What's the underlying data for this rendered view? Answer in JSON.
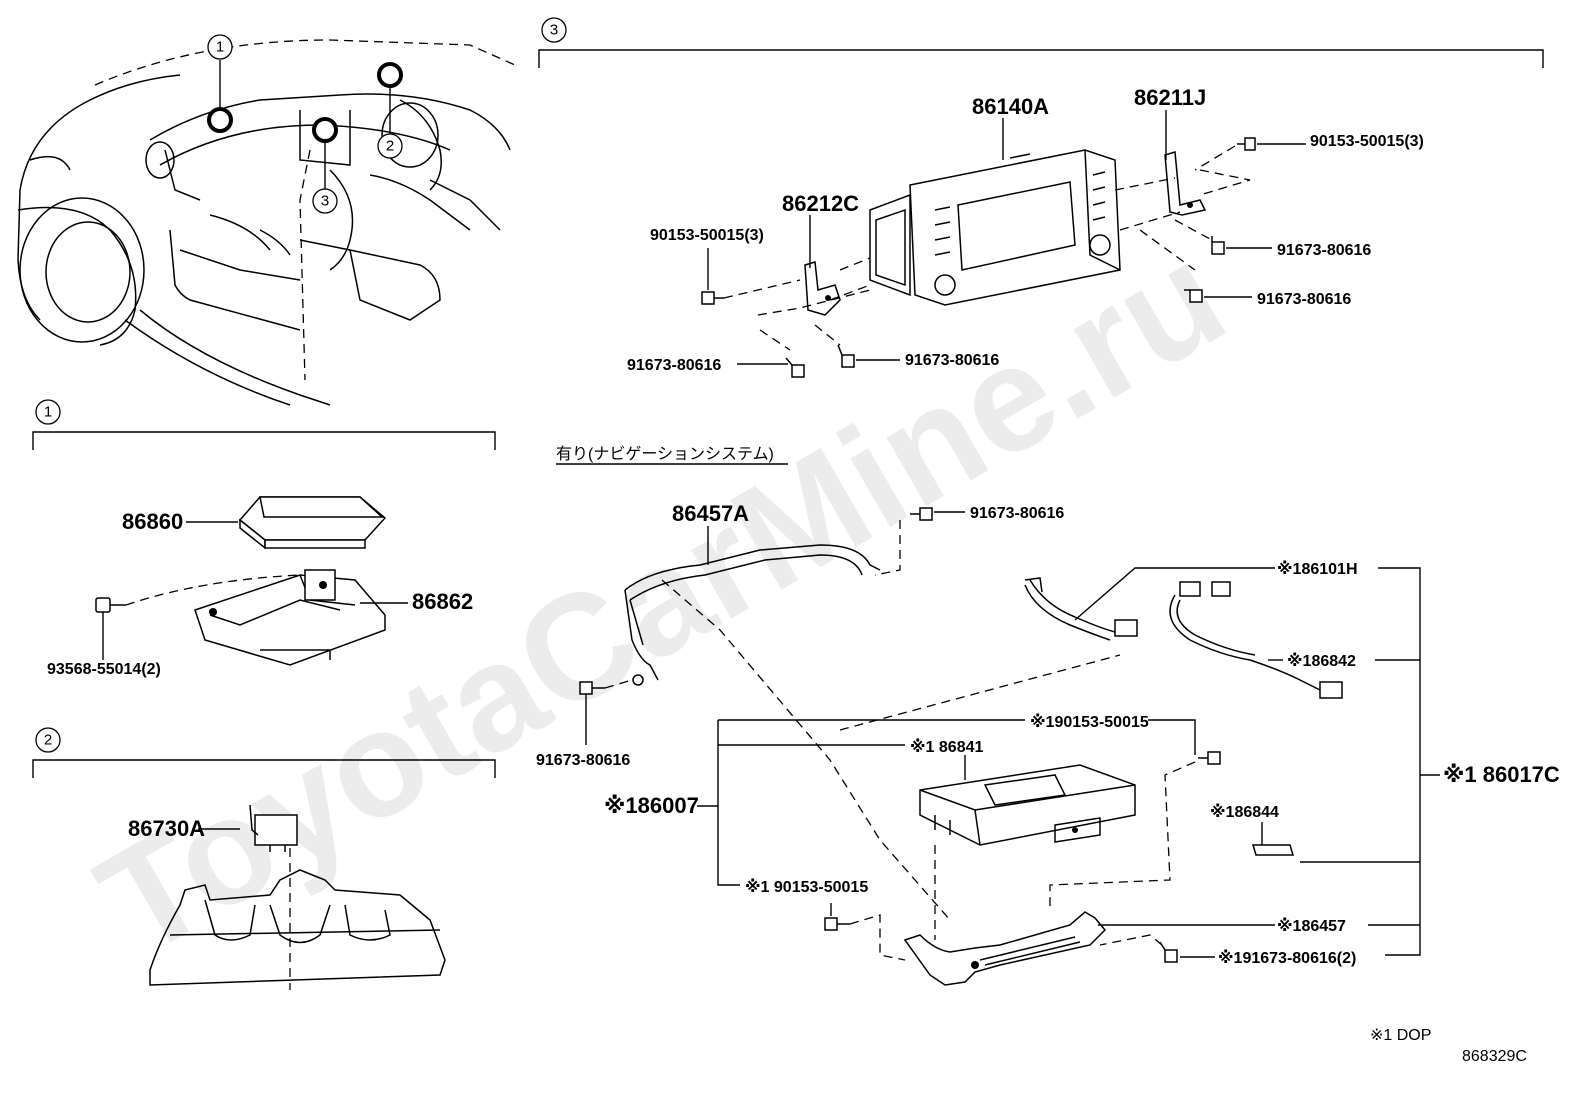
{
  "section_markers": {
    "s1": "1",
    "s2": "2",
    "s3": "3"
  },
  "section1": {
    "parts": {
      "p86860": "86860",
      "p86862": "86862",
      "p93568": "93568-55014(2)"
    }
  },
  "section2": {
    "parts": {
      "p86730A": "86730A"
    }
  },
  "section3": {
    "parts": {
      "p86140A": "86140A",
      "p86211J": "86211J",
      "p86212C": "86212C",
      "p90153_right": "90153-50015(3)",
      "p90153_left": "90153-50015(3)",
      "p91673_r1": "91673-80616",
      "p91673_r2": "91673-80616",
      "p91673_bl": "91673-80616",
      "p91673_bm": "91673-80616"
    }
  },
  "navigation_group": {
    "heading": "有り(ナビゲーションシステム)",
    "parts": {
      "p86457A": "86457A",
      "p91673_top": "91673-80616",
      "p91673_left": "91673-80616",
      "p86101H": "※186101H",
      "p86842": "※186842",
      "p86017C": "※1 86017C",
      "p90153_top": "※190153-50015",
      "p86841": "※1 86841",
      "p86007": "※186007",
      "p86844": "※186844",
      "p90153_bot": "※1 90153-50015",
      "p86457": "※186457",
      "p91673_bot": "※191673-80616(2)"
    }
  },
  "footer": {
    "note": "※1 DOP",
    "code": "868329C"
  },
  "watermark": "ToyotaCarMine.ru"
}
